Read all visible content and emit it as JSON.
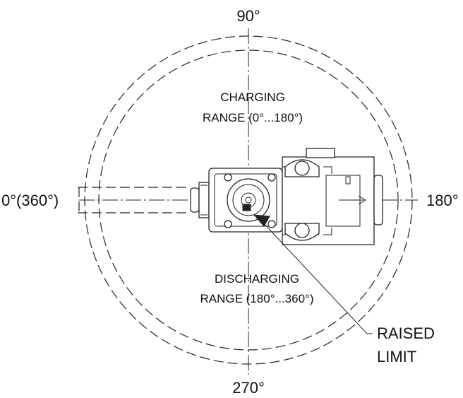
{
  "labels": {
    "top": "90°",
    "bottom": "270°",
    "left": "0°(360°)",
    "right": "180°",
    "charging_line1": "CHARGING",
    "charging_line2": "RANGE (0°...180°)",
    "discharging_line1": "DISCHARGING",
    "discharging_line2": "RANGE (180°...360°)",
    "raised_line1": "RAISED",
    "raised_line2": "LIMIT"
  },
  "colors": {
    "stroke": "#222222",
    "background": "#ffffff"
  }
}
